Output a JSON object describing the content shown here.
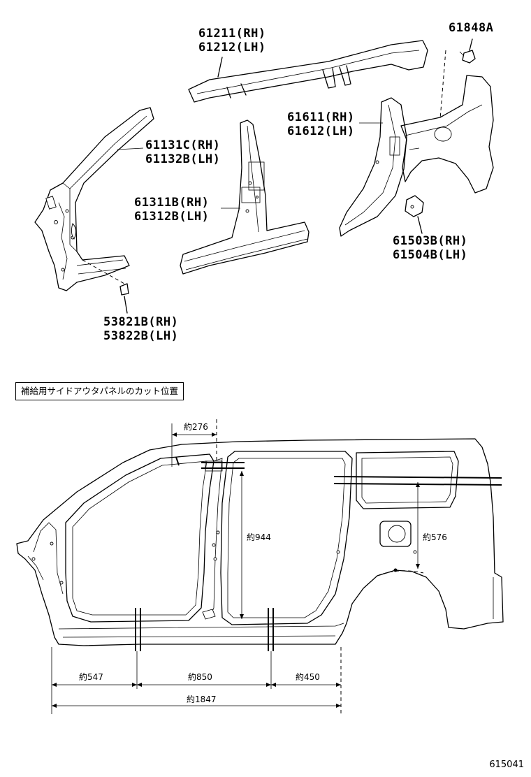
{
  "parts": {
    "roof_rail": [
      "61211(RH)",
      "61212(LH)"
    ],
    "clip": [
      "61848A"
    ],
    "front_pillar": [
      "61131C(RH)",
      "61132B(LH)"
    ],
    "center_pillar": [
      "61311B(RH)",
      "61312B(LH)"
    ],
    "rear_pillar": [
      "61611(RH)",
      "61612(LH)"
    ],
    "rear_quarter_inner": [
      "61503B(RH)",
      "61504B(LH)"
    ],
    "bracket": [
      "53821B(RH)",
      "53822B(LH)"
    ]
  },
  "note": "補給用サイドアウタパネルのカット位置",
  "dimensions": {
    "roof_cut": "約276",
    "height_center": "約944",
    "rear_height": "約576",
    "front": "約547",
    "middle": "約850",
    "rear": "約450",
    "total": "約1847"
  },
  "figure_id": "615041"
}
